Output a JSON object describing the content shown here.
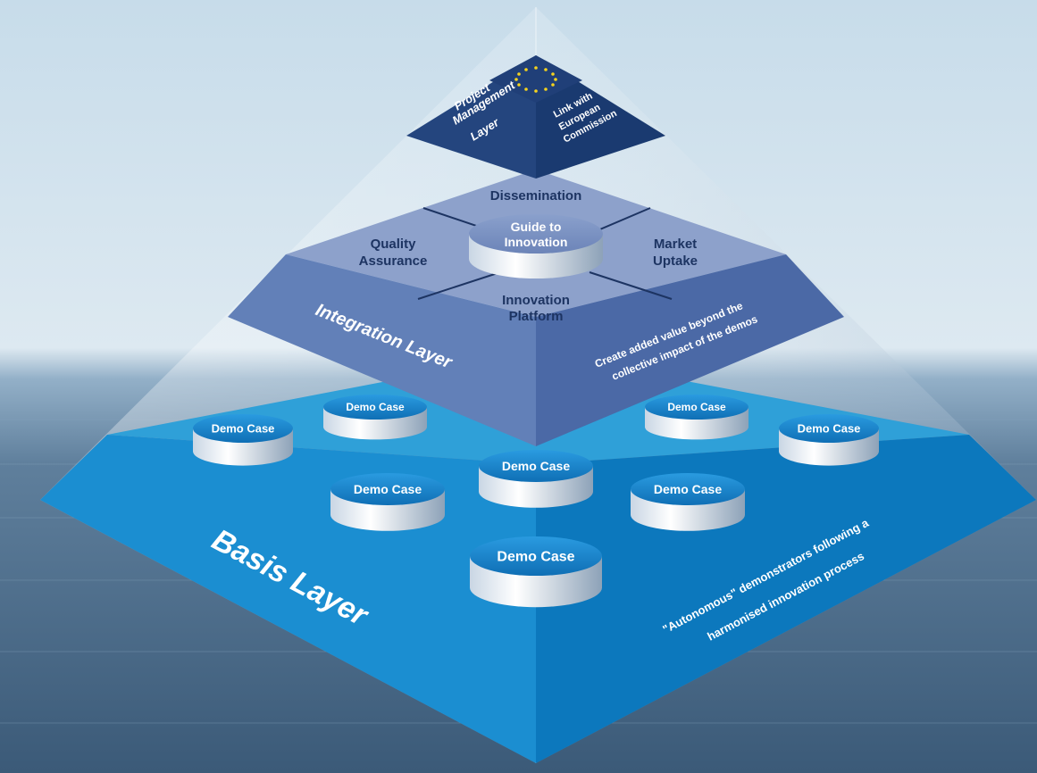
{
  "top_layer": {
    "left_text": [
      "Project",
      "Management",
      "Layer"
    ],
    "right_text": [
      "Link with",
      "European",
      "Commission"
    ],
    "emblem": "eu-stars-icon"
  },
  "integration_layer": {
    "title": "Integration Layer",
    "description": [
      "Create added value beyond the",
      "collective impact of the demos"
    ],
    "quadrants": {
      "top": "Dissemination",
      "left": [
        "Quality",
        "Assurance"
      ],
      "right": [
        "Market",
        "Uptake"
      ],
      "bottom": [
        "Innovation",
        "Platform"
      ]
    },
    "center": [
      "Guide to",
      "Innovation"
    ]
  },
  "basis_layer": {
    "title": "Basis Layer",
    "description": [
      "\"Autonomous\" demonstrators following a",
      "harmonised innovation process"
    ],
    "demo_label": "Demo Case",
    "demo_count": 8
  },
  "colors": {
    "top_left": "#24457e",
    "top_right": "#1a3a70",
    "integration_top": "#8a9fca",
    "integration_front_left": "#5f7db6",
    "integration_front_right": "#4b69a6",
    "basis_top": "#2e9fd8",
    "basis_front_left": "#1a8fd2",
    "basis_front_right": "#0b78bd"
  }
}
